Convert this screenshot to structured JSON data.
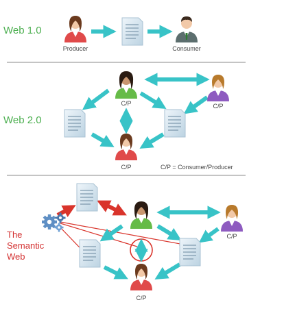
{
  "sections": {
    "web1": {
      "title": "Web 1.0",
      "producer": "Producer",
      "consumer": "Consumer"
    },
    "web2": {
      "title": "Web 2.0",
      "cp": "C/P",
      "legend": "C/P = Consumer/Producer"
    },
    "semantic": {
      "title_line1": "The",
      "title_line2": "Semantic",
      "title_line3": "Web",
      "cp": "C/P"
    }
  },
  "colors": {
    "section_title": "#4caf50",
    "semantic_title": "#d32f2f",
    "arrow_teal": "#38c3c7",
    "arrow_red": "#d9342b",
    "divider": "#888888",
    "doc": "#d8e8f2",
    "person_red": "#e04a4a",
    "person_green": "#66bb48",
    "person_purple": "#8e5bc0",
    "person_gray": "#5c6e6e"
  }
}
